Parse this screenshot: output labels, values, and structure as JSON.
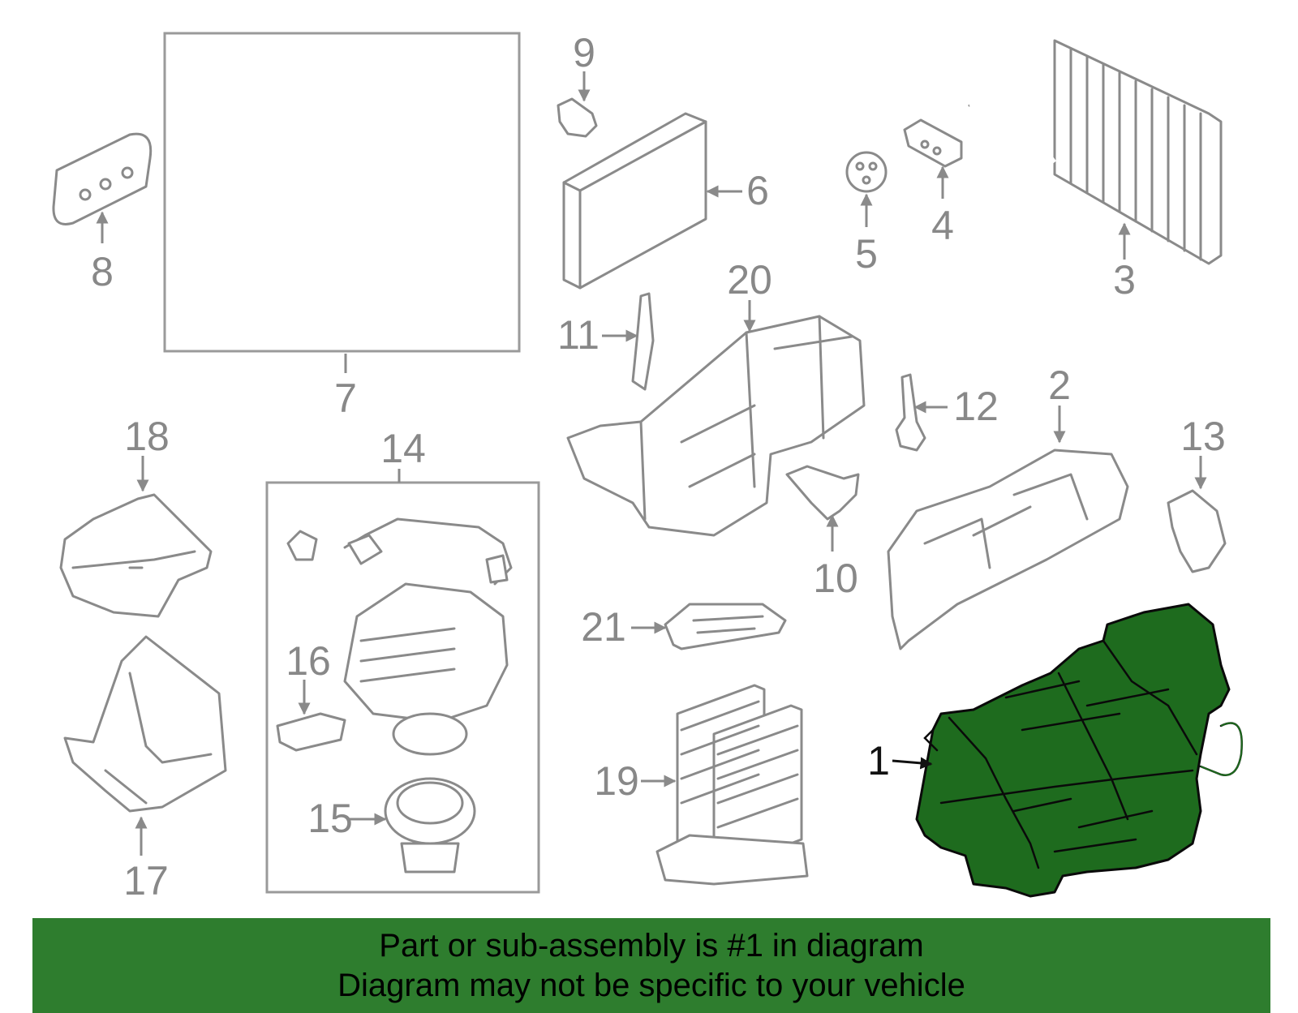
{
  "callouts": {
    "c1": "1",
    "c2": "2",
    "c3": "3",
    "c4": "4",
    "c5": "5",
    "c6": "6",
    "c7": "7",
    "c8": "8",
    "c9": "9",
    "c10": "10",
    "c11": "11",
    "c12": "12",
    "c13": "13",
    "c14": "14",
    "c15": "15",
    "c16": "16",
    "c17": "17",
    "c18": "18",
    "c19": "19",
    "c20": "20",
    "c21": "21"
  },
  "highlighted_part": "1",
  "colors": {
    "highlight": "#1e6b1e",
    "banner": "#2e7d2e",
    "line_art": "#8a8a8a"
  },
  "banner": {
    "line1": "Part or sub-assembly is #1 in diagram",
    "line2": "Diagram may not be specific to your vehicle"
  }
}
